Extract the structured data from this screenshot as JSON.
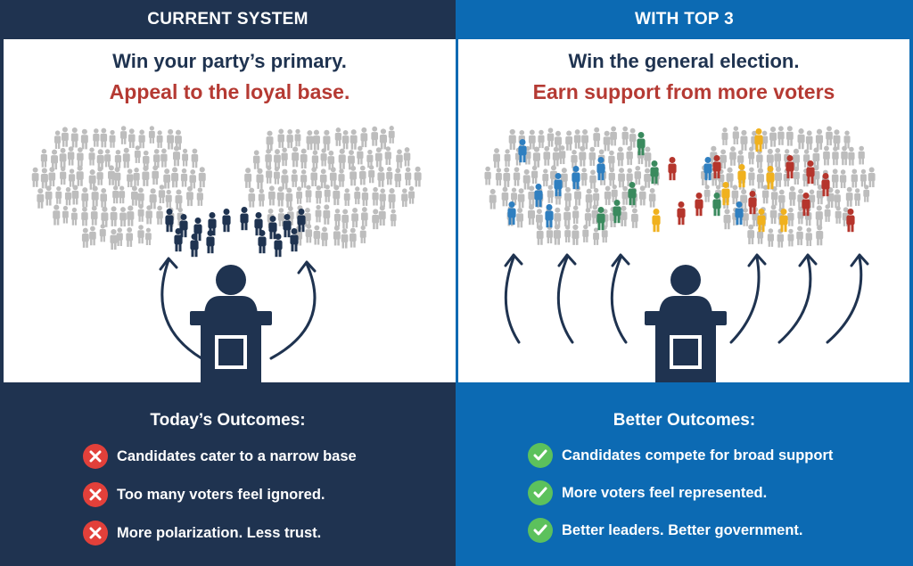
{
  "colors": {
    "navy": "#1f3350",
    "blue": "#0c6ab3",
    "red_text": "#b53a33",
    "crowd_gray": "#bdbdbd",
    "voter_blue": "#2f7fc0",
    "voter_green": "#3a8a5e",
    "voter_yellow": "#f0b11e",
    "voter_red": "#b5352c",
    "x_badge": "#e2403a",
    "check_badge": "#5cc15c"
  },
  "left": {
    "header": "CURRENT SYSTEM",
    "headline": "Win your party’s primary.",
    "subheadline": "Appeal to the loyal base.",
    "outcomes_title": "Today’s Outcomes:",
    "outcomes": [
      {
        "text": "Candidates cater to a narrow base",
        "icon": "x-icon"
      },
      {
        "text": "Too many voters feel ignored.",
        "icon": "x-icon"
      },
      {
        "text": "More polarization. Less trust.",
        "icon": "x-icon"
      }
    ]
  },
  "right": {
    "header": "WITH TOP 3",
    "headline": "Win the general election.",
    "subheadline": "Earn support from more voters",
    "outcomes_title": "Better Outcomes:",
    "outcomes": [
      {
        "text": "Candidates compete for broad support",
        "icon": "check-icon"
      },
      {
        "text": "More voters feel represented.",
        "icon": "check-icon"
      },
      {
        "text": "Better leaders. Better government.",
        "icon": "check-icon"
      }
    ]
  }
}
